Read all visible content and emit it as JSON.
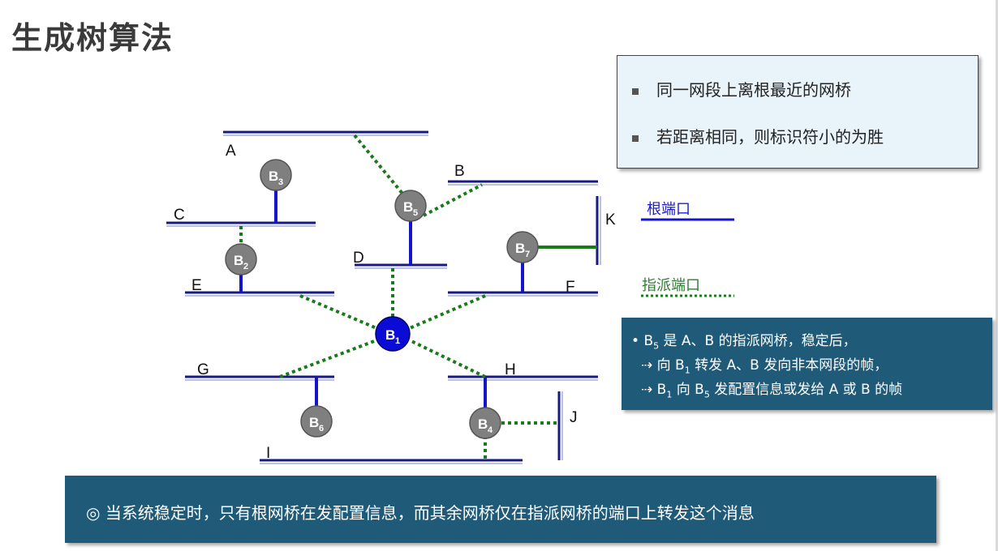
{
  "title": "生成树算法",
  "rules": [
    "同一网段上离根最近的网桥",
    "若距离相同，则标识符小的为胜"
  ],
  "legend": {
    "root_port": "根端口",
    "designated_port": "指派端口",
    "root_port_color": "#1a1acc",
    "designated_port_color": "#2e7d32"
  },
  "segments": {
    "A": "A",
    "B": "B",
    "C": "C",
    "D": "D",
    "E": "E",
    "F": "F",
    "G": "G",
    "H": "H",
    "I": "I",
    "J": "J",
    "K": "K"
  },
  "bridges": {
    "B1": {
      "letter": "B",
      "sub": "1"
    },
    "B2": {
      "letter": "B",
      "sub": "2"
    },
    "B3": {
      "letter": "B",
      "sub": "3"
    },
    "B4": {
      "letter": "B",
      "sub": "4"
    },
    "B5": {
      "letter": "B",
      "sub": "5"
    },
    "B6": {
      "letter": "B",
      "sub": "6"
    },
    "B7": {
      "letter": "B",
      "sub": "7"
    }
  },
  "info": {
    "bullet": "•",
    "arrow": "⇢",
    "line1": {
      "a": "B",
      "a_sub": "5",
      "b": "是 A、B 的指派网桥，稳定后，"
    },
    "line2": {
      "a": "向 B",
      "a_sub": "1",
      "b": "转发 A、B 发向非本网段的帧，"
    },
    "line3": {
      "a": "B",
      "a_sub": "1",
      "b": "向 B",
      "b_sub": "5",
      "c": "发配置信息或发给 A 或 B 的帧"
    }
  },
  "bottom": {
    "icon": "◎",
    "text": "当系统稳定时，只有根网桥在发配置信息，而其余网桥仅在指派网桥的端口上转发这个消息"
  },
  "colors": {
    "segment": "#1a1a80",
    "root_link": "#1414c8",
    "designated_link": "#1a7a1a",
    "bridge_fill": "#7f7f7f",
    "root_bridge_fill": "#0b0bd6",
    "panel": "#1f5b78"
  }
}
